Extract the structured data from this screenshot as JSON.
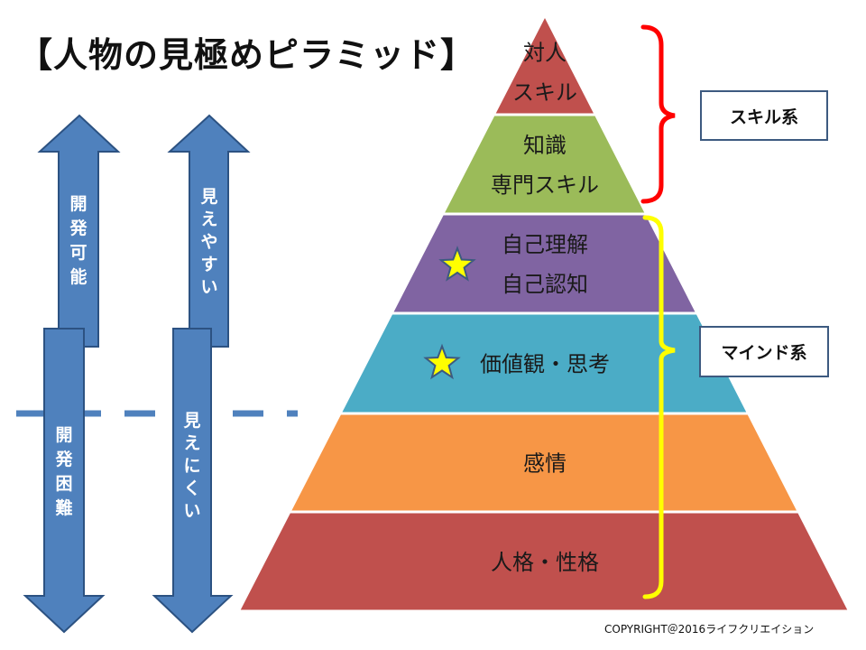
{
  "title": "【人物の見極めピラミッド】",
  "arrows": {
    "develop_possible": [
      "開",
      "発",
      "可",
      "能"
    ],
    "develop_difficult": [
      "開",
      "発",
      "困",
      "難"
    ],
    "easy_to_see": [
      "見",
      "え",
      "や",
      "す",
      "い"
    ],
    "hard_to_see": [
      "見",
      "え",
      "に",
      "く",
      "い"
    ]
  },
  "pyramid": {
    "layers": [
      {
        "lines": [
          "対人",
          "スキル"
        ],
        "color": "#c0504d",
        "star": false
      },
      {
        "lines": [
          "知識",
          "専門スキル"
        ],
        "color": "#9bbb59",
        "star": false
      },
      {
        "lines": [
          "自己理解",
          "自己認知"
        ],
        "color": "#8064a2",
        "star": true
      },
      {
        "lines": [
          "価値観・思考"
        ],
        "color": "#4bacc6",
        "star": true
      },
      {
        "lines": [
          "感情"
        ],
        "color": "#f79646",
        "star": false
      },
      {
        "lines": [
          "人格・性格"
        ],
        "color": "#c0504d",
        "star": false
      }
    ]
  },
  "groups": {
    "skill": {
      "label": "スキル系",
      "bracket_color": "#ff0000"
    },
    "mind": {
      "label": "マインド系",
      "bracket_color": "#ffff00"
    }
  },
  "copyright": "COPYRIGHT＠2016ライフクリエイション"
}
